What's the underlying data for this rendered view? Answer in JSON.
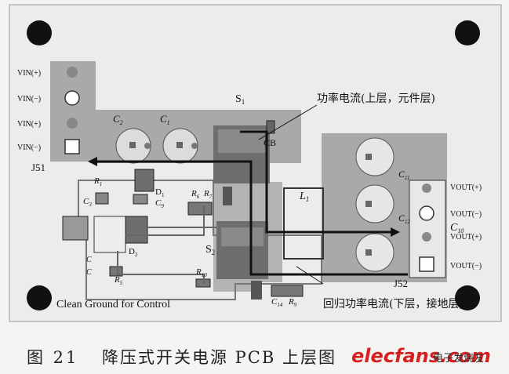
{
  "labels": {
    "vin1": "VIN(+)",
    "vin2": "VIN(−)",
    "vin3": "VIN(+)",
    "vin4": "VIN(−)",
    "vout1": "VOUT(+)",
    "vout2": "VOUT(−)",
    "vout3": "VOUT(+)",
    "vout4": "VOUT(−)",
    "j51": "J51",
    "j52": "J52",
    "s1": "S",
    "s1_sub": "1",
    "s2": "S",
    "s2_sub": "2",
    "l1": "L",
    "l1_sub": "1",
    "c2": "C",
    "c2_sub": "2",
    "c1": "C",
    "c1_sub": "1",
    "cb": "CB",
    "c11": "C",
    "c11_sub": "11",
    "c12": "C",
    "c12_sub": "12",
    "c10": "C",
    "c10_sub": "10",
    "r1": "R",
    "r1_sub": "1",
    "d1": "D",
    "d1_sub": "1",
    "c3": "C",
    "c3_sub": "3",
    "c9": "C",
    "c9_sub": "9",
    "r6": "R",
    "r6_sub": "6",
    "r7": "R",
    "r7_sub": "7",
    "d2": "D",
    "d2_sub": "2",
    "r5": "R",
    "r5_sub": "5",
    "r10": "R",
    "r10_sub": "10",
    "c14": "C",
    "c14_sub": "14",
    "r9": "R",
    "r9_sub": "9",
    "c7": "C",
    "c8": "C",
    "clean_ground": "Clean Ground for Control",
    "power_current_top": "功率电流(上层，元件层)",
    "return_current_bottom": "回归功率电流(下层，接地层)"
  },
  "caption": {
    "figure": "图 21",
    "title": "降压式开关电源 PCB 上层图",
    "watermark_logo": "elecfans.com",
    "watermark_site": "电子发烧友"
  }
}
